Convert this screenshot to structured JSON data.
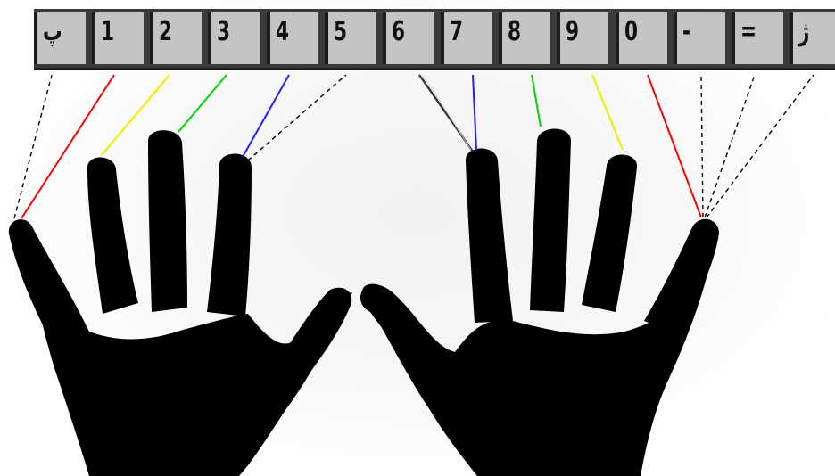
{
  "keys": [
    {
      "label": "پ",
      "color": "#000000",
      "style": "dashed",
      "hand": "left"
    },
    {
      "label": "1",
      "color": "#ff0000",
      "style": "solid",
      "hand": "left"
    },
    {
      "label": "2",
      "color": "#f2ef00",
      "style": "solid",
      "hand": "left"
    },
    {
      "label": "3",
      "color": "#00d400",
      "style": "solid",
      "hand": "left"
    },
    {
      "label": "4",
      "color": "#1f1fff",
      "style": "solid",
      "hand": "left"
    },
    {
      "label": "5",
      "color": "#000000",
      "style": "dashed",
      "hand": "left"
    },
    {
      "label": "6",
      "color": "#000000",
      "style": "solid",
      "hand": "right"
    },
    {
      "label": "7",
      "color": "#1f1fff",
      "style": "solid",
      "hand": "right"
    },
    {
      "label": "8",
      "color": "#00d400",
      "style": "solid",
      "hand": "right"
    },
    {
      "label": "9",
      "color": "#f2ef00",
      "style": "solid",
      "hand": "right"
    },
    {
      "label": "0",
      "color": "#ff0000",
      "style": "solid",
      "hand": "right"
    },
    {
      "label": "-",
      "color": "#000000",
      "style": "dashed",
      "hand": "right"
    },
    {
      "label": "=",
      "color": "#000000",
      "style": "dashed",
      "hand": "right"
    },
    {
      "label": "ژ",
      "color": "#000000",
      "style": "dashed",
      "hand": "right"
    }
  ],
  "colors": {
    "key_face": "#c4c4c4",
    "key_border": "#1c1c1c",
    "hand": "#000000",
    "background": "#ffffff"
  }
}
